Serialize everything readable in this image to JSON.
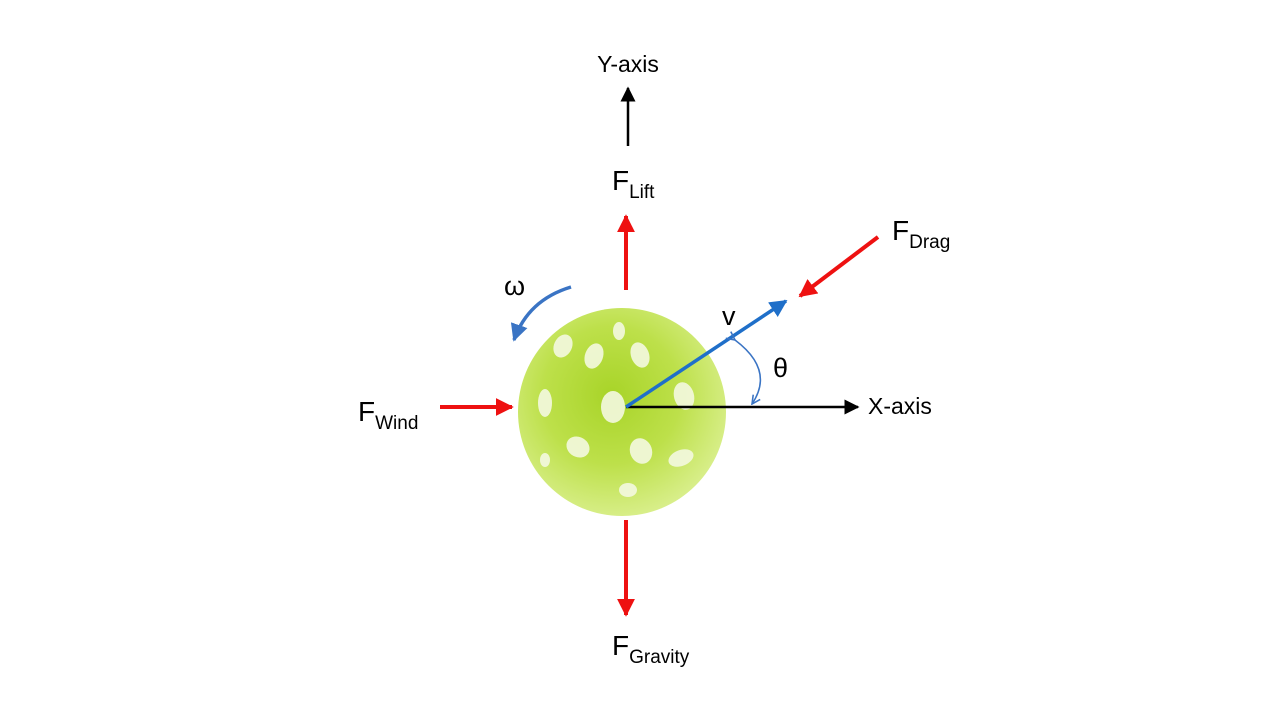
{
  "labels": {
    "y_axis": "Y-axis",
    "x_axis": "X-axis",
    "lift": {
      "main": "F",
      "sub": "Lift"
    },
    "drag": {
      "main": "F",
      "sub": "Drag"
    },
    "wind": {
      "main": "F",
      "sub": "Wind"
    },
    "gravity": {
      "main": "F",
      "sub": "Gravity"
    },
    "omega": "ω",
    "velocity": "v",
    "theta": "θ"
  },
  "colors": {
    "force": "#ee1111",
    "velocity": "#1f6fc9",
    "spin": "#3a74c4",
    "axis": "#000000",
    "ball": "#b6dc3a",
    "ball_highlight": "#d6f06b",
    "ball_shade": "#9cc21f"
  },
  "icons": {
    "ball": "pickleball-icon"
  }
}
